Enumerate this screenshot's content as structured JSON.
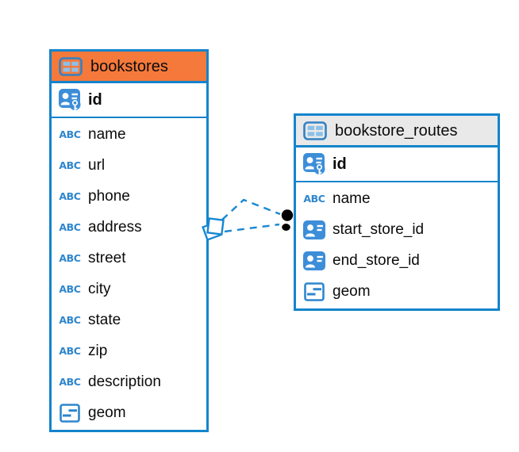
{
  "colors": {
    "table_border": "#1484CC",
    "bookstores_header_bg": "#F5793B",
    "routes_header_bg": "#E9E9E9",
    "badge_icon_blue": "#3D8ED8",
    "type_icon_blue": "#2E86CD",
    "connector_line_blue": "#1787D2",
    "connector_dot_black": "#000000",
    "text": "#0B0B0B"
  },
  "icons": {
    "text_type_glyph": "ABC"
  },
  "diagram": {
    "tables": [
      {
        "name": "bookstores",
        "primary_key": {
          "label": "id",
          "icon": "pk"
        },
        "columns": [
          {
            "label": "name",
            "icon": "abc"
          },
          {
            "label": "url",
            "icon": "abc"
          },
          {
            "label": "phone",
            "icon": "abc"
          },
          {
            "label": "address",
            "icon": "abc"
          },
          {
            "label": "street",
            "icon": "abc"
          },
          {
            "label": "city",
            "icon": "abc"
          },
          {
            "label": "state",
            "icon": "abc"
          },
          {
            "label": "zip",
            "icon": "abc"
          },
          {
            "label": "description",
            "icon": "abc"
          },
          {
            "label": "geom",
            "icon": "geom"
          }
        ]
      },
      {
        "name": "bookstore_routes",
        "primary_key": {
          "label": "id",
          "icon": "pk"
        },
        "columns": [
          {
            "label": "name",
            "icon": "abc"
          },
          {
            "label": "start_store_id",
            "icon": "fk"
          },
          {
            "label": "end_store_id",
            "icon": "fk"
          },
          {
            "label": "geom",
            "icon": "geom"
          }
        ]
      }
    ],
    "connector": {
      "style": "dashed",
      "line_count": 2,
      "left_marker": "overlapping-squares",
      "right_marker": "stacked-black-dots"
    }
  }
}
